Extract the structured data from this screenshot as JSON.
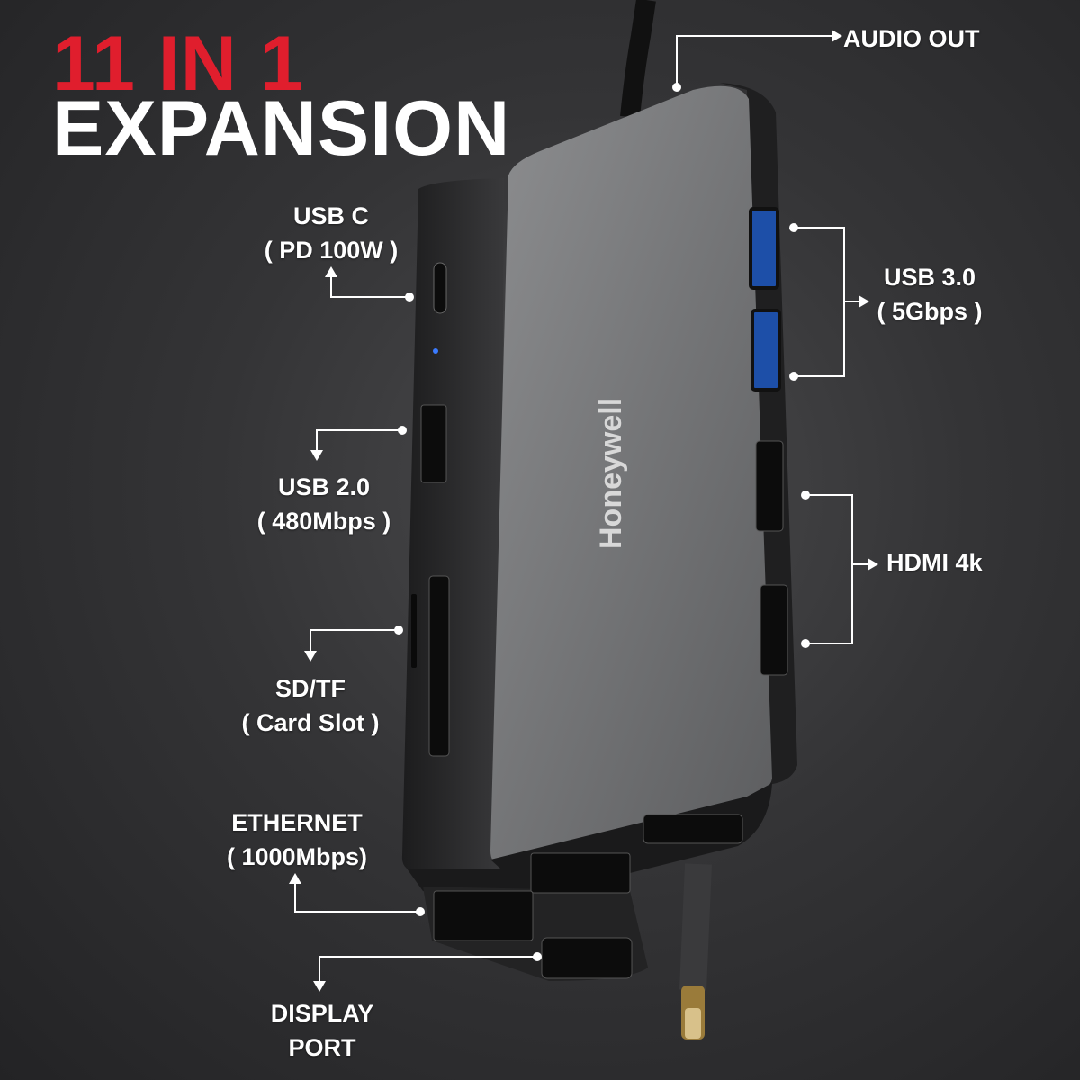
{
  "headline": {
    "line1": "11 IN 1",
    "line2": "EXPANSION"
  },
  "colors": {
    "accent_red": "#e01e2d",
    "text": "#ffffff",
    "background": "#333335"
  },
  "brand": {
    "logo_text": "Honeywell"
  },
  "callouts": {
    "audio_out": {
      "line1": "AUDIO OUT"
    },
    "usb_c": {
      "line1": "USB C",
      "line2": "( PD 100W )"
    },
    "usb3": {
      "line1": "USB 3.0",
      "line2": "( 5Gbps )"
    },
    "usb2": {
      "line1": "USB 2.0",
      "line2": "( 480Mbps )"
    },
    "hdmi": {
      "line1": "HDMI 4k"
    },
    "sd_tf": {
      "line1": "SD/TF",
      "line2": "( Card Slot )"
    },
    "ethernet": {
      "line1": "ETHERNET",
      "line2": "( 1000Mbps)"
    },
    "display_port": {
      "line1": "DISPLAY",
      "line2": "PORT"
    }
  }
}
